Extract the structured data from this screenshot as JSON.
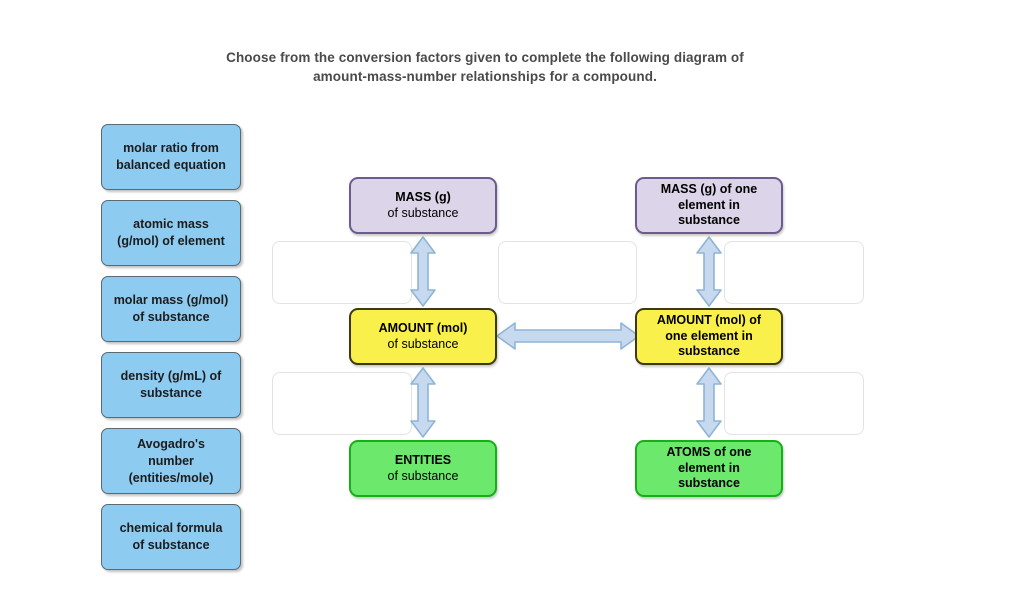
{
  "title": {
    "line1": "Choose from the conversion factors given to complete the following diagram of",
    "line2": "amount-mass-number relationships for a compound."
  },
  "colors": {
    "tile_fill": "#8ECBF0",
    "tile_border": "#5A6A72",
    "mass_fill": "#DCD4E8",
    "mass_border": "#6B5B8E",
    "amount_fill": "#FAF04B",
    "amount_border": "#3D3A10",
    "entities_fill": "#6CE86C",
    "entities_border": "#16B016",
    "arrow_fill": "#C6D9EE",
    "arrow_border": "#8FB4D6",
    "slot_border": "#E3E3E3",
    "title_text": "#4A4A4A"
  },
  "factor_bank": {
    "items": [
      {
        "id": "molar-ratio",
        "line1": "molar ratio from",
        "line2": "balanced equation",
        "line3": ""
      },
      {
        "id": "atomic-mass",
        "line1": "atomic mass",
        "line2": "(g/mol) of element",
        "line3": ""
      },
      {
        "id": "molar-mass",
        "line1": "molar mass (g/mol)",
        "line2": "of substance",
        "line3": ""
      },
      {
        "id": "density",
        "line1": "density (g/mL) of",
        "line2": "substance",
        "line3": ""
      },
      {
        "id": "avogadro",
        "line1": "Avogadro's",
        "line2": "number",
        "line3": "(entities/mole)"
      },
      {
        "id": "chemical-formula",
        "line1": "chemical formula",
        "line2": "of substance",
        "line3": ""
      }
    ]
  },
  "diagram": {
    "boxes": {
      "mass_substance": {
        "head": "MASS (g)",
        "line2": "of substance",
        "line3": ""
      },
      "mass_element": {
        "head": "MASS (g) of one",
        "line2": "element in",
        "line3": "substance"
      },
      "amount_substance": {
        "head": "AMOUNT (mol)",
        "line2": "of substance",
        "line3": ""
      },
      "amount_element": {
        "head": "AMOUNT (mol) of",
        "line2": "one element in",
        "line3": "substance"
      },
      "entities_substance": {
        "head": "ENTITIES",
        "line2": "of substance",
        "line3": ""
      },
      "atoms_element": {
        "head": "ATOMS of one",
        "line2": "element in",
        "line3": "substance"
      }
    },
    "slots": [
      {
        "id": "slot-mass-amount-left",
        "value": ""
      },
      {
        "id": "slot-amount-amount-middle",
        "value": ""
      },
      {
        "id": "slot-mass-amount-right",
        "value": ""
      },
      {
        "id": "slot-amount-entities-left",
        "value": ""
      },
      {
        "id": "slot-amount-atoms-right",
        "value": ""
      }
    ],
    "arrows": [
      {
        "id": "arrow-mass-amount-left",
        "direction": "vertical-double"
      },
      {
        "id": "arrow-mass-amount-right",
        "direction": "vertical-double"
      },
      {
        "id": "arrow-amount-amount",
        "direction": "horizontal-double"
      },
      {
        "id": "arrow-amount-entities-left",
        "direction": "vertical-double"
      },
      {
        "id": "arrow-amount-atoms-right",
        "direction": "vertical-double"
      }
    ]
  }
}
